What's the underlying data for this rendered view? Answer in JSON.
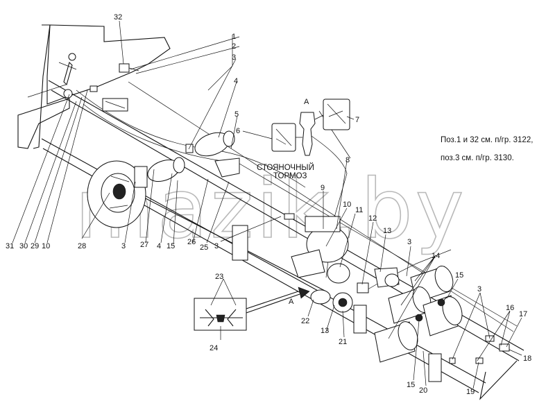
{
  "notes": {
    "line1": "Поз.1 и 32 см. п/гр. 3122,",
    "line2": "поз.3 см. п/гр. 3130."
  },
  "labels": {
    "parking_brake_1": "СТОЯНОЧНЫЙ",
    "parking_brake_2": "ТОРМОЗ",
    "view_a_top": "А",
    "view_a_bottom": "А",
    "watermark": "mazik.by"
  },
  "callouts": {
    "n1": "1",
    "n2": "2",
    "n3a": "3",
    "n4a": "4",
    "n5": "5",
    "n6": "6",
    "n7": "7",
    "n8": "8",
    "n9": "9",
    "n10a": "10",
    "n11": "11",
    "n12": "12",
    "n13a": "13",
    "n3b": "3",
    "n14": "14",
    "n15a": "15",
    "n3c": "3",
    "n16": "16",
    "n17": "17",
    "n18": "18",
    "n19": "19",
    "n15b": "15",
    "n20": "20",
    "n21": "21",
    "n13b": "13",
    "n22": "22",
    "n23": "23",
    "n24": "24",
    "n3d": "3",
    "n25": "25",
    "n26": "26",
    "n15c": "15",
    "n4b": "4",
    "n27": "27",
    "n3e": "3",
    "n28": "28",
    "n10b": "10",
    "n29": "29",
    "n30": "30",
    "n31": "31",
    "n32": "32"
  }
}
